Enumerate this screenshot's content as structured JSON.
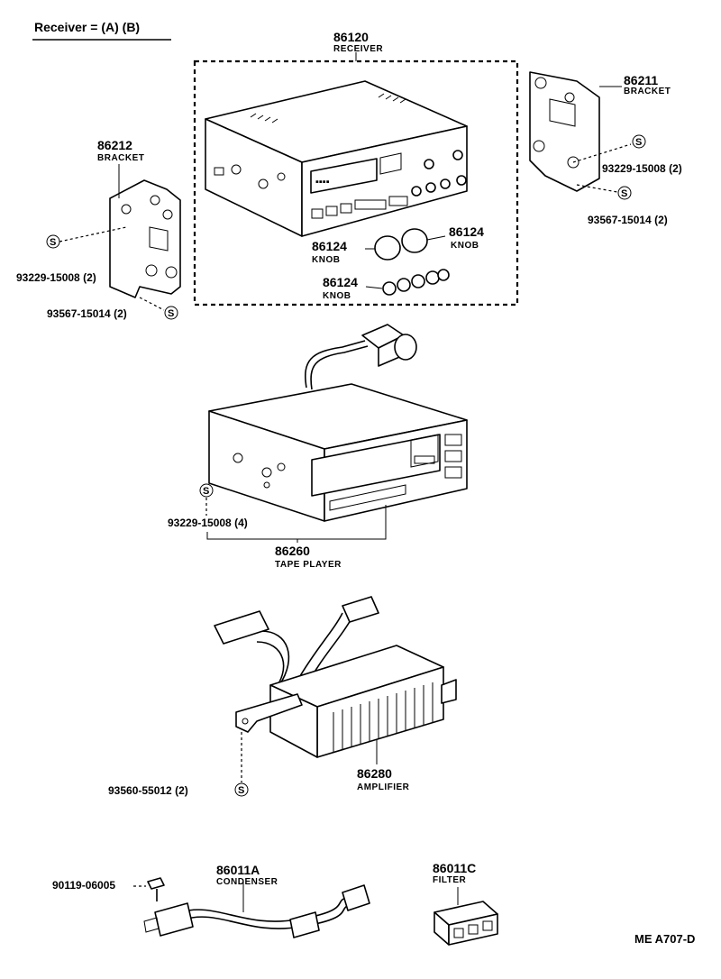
{
  "header": {
    "receiver_note": "Receiver = (A) (B)"
  },
  "parts": {
    "receiver": {
      "number": "86120",
      "name": "RECEIVER"
    },
    "bracket_r": {
      "number": "86211",
      "name": "BRACKET"
    },
    "bracket_l": {
      "number": "86212",
      "name": "BRACKET"
    },
    "knob_a": {
      "number": "86124",
      "name": "KNOB"
    },
    "knob_b": {
      "number": "86124",
      "name": "KNOB"
    },
    "knob_c": {
      "number": "86124",
      "name": "KNOB"
    },
    "tape_player": {
      "number": "86260",
      "name": "TAPE PLAYER"
    },
    "amplifier": {
      "number": "86280",
      "name": "AMPLIFIER"
    },
    "condenser": {
      "number": "86011A",
      "name": "CONDENSER"
    },
    "filter": {
      "number": "86011C",
      "name": "FILTER"
    }
  },
  "screws": {
    "r_upper": "93229-15008 (2)",
    "r_lower": "93567-15014 (2)",
    "l_upper": "93229-15008 (2)",
    "l_lower": "93567-15014 (2)",
    "tape": "93229-15008 (4)",
    "amp": "93560-55012 (2)",
    "bolt": "90119-06005"
  },
  "symbols": {
    "screw_mark": "S"
  },
  "footer": {
    "code": "ME  A707-D"
  }
}
